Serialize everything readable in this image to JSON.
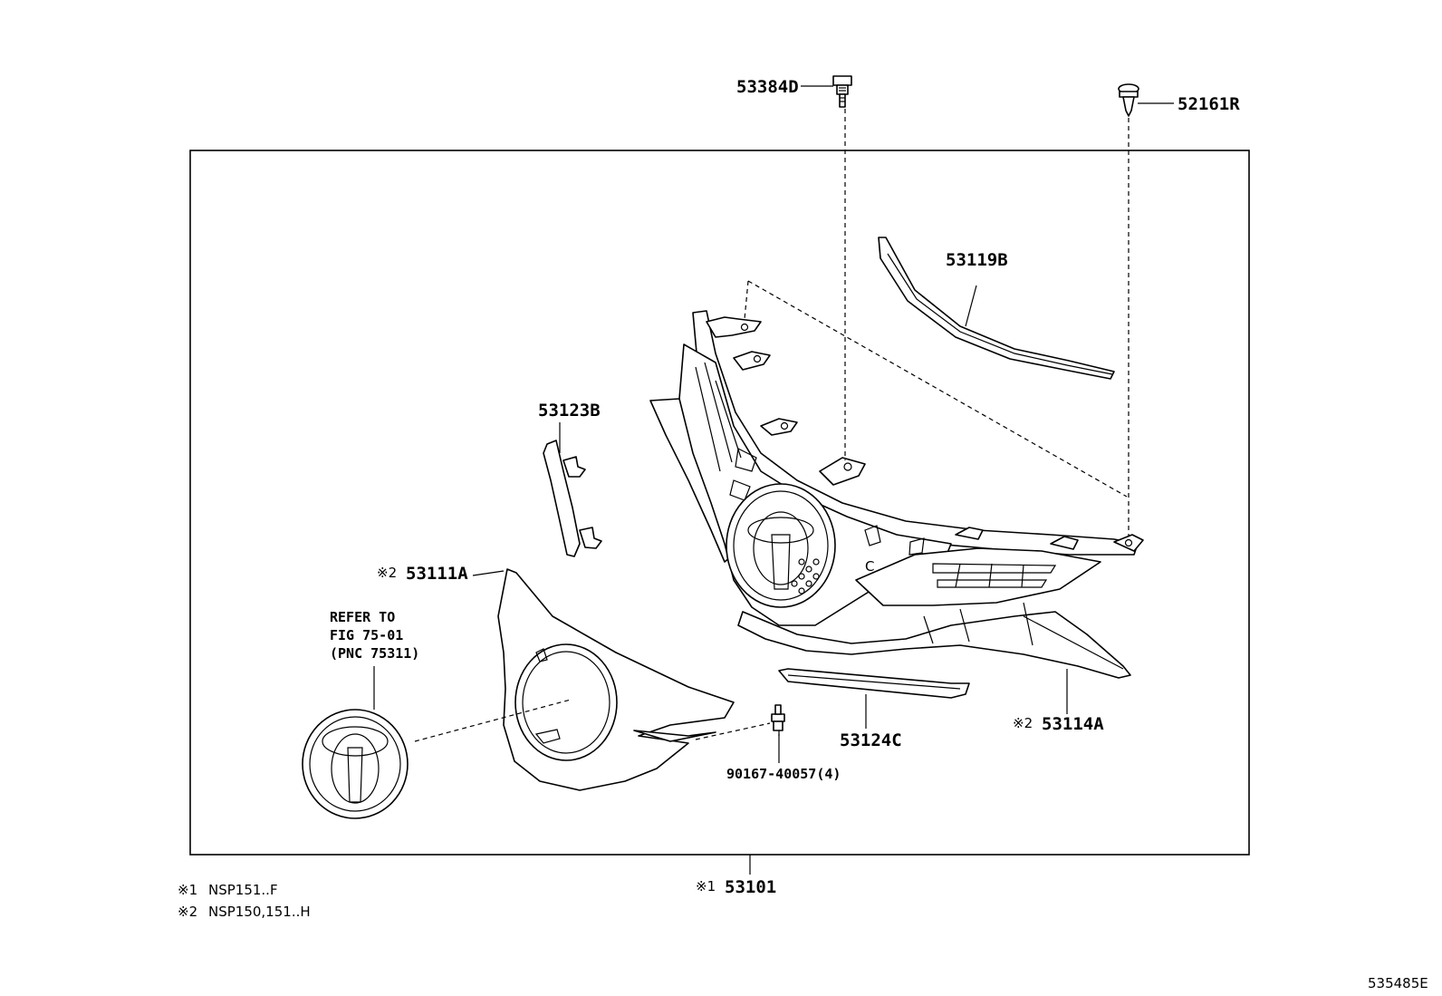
{
  "labels": {
    "p53384D": "53384D",
    "p52161R": "52161R",
    "p53119B": "53119B",
    "p53123B": "53123B",
    "p53111A": "53111A",
    "p53114A": "53114A",
    "p53124C": "53124C",
    "p90167": "90167-40057(4)",
    "p53101": "53101",
    "refer_line1": "REFER TO",
    "refer_line2": "FIG 75-01",
    "refer_line3": "(PNC 75311)"
  },
  "marks": {
    "mark_53111A": "※2",
    "mark_53114A": "※2",
    "mark_53101": "※1"
  },
  "notes": [
    {
      "mark": "※1",
      "text": "NSP151..F"
    },
    {
      "mark": "※2",
      "text": "NSP150,151..H"
    }
  ],
  "figure_code": "535485E"
}
